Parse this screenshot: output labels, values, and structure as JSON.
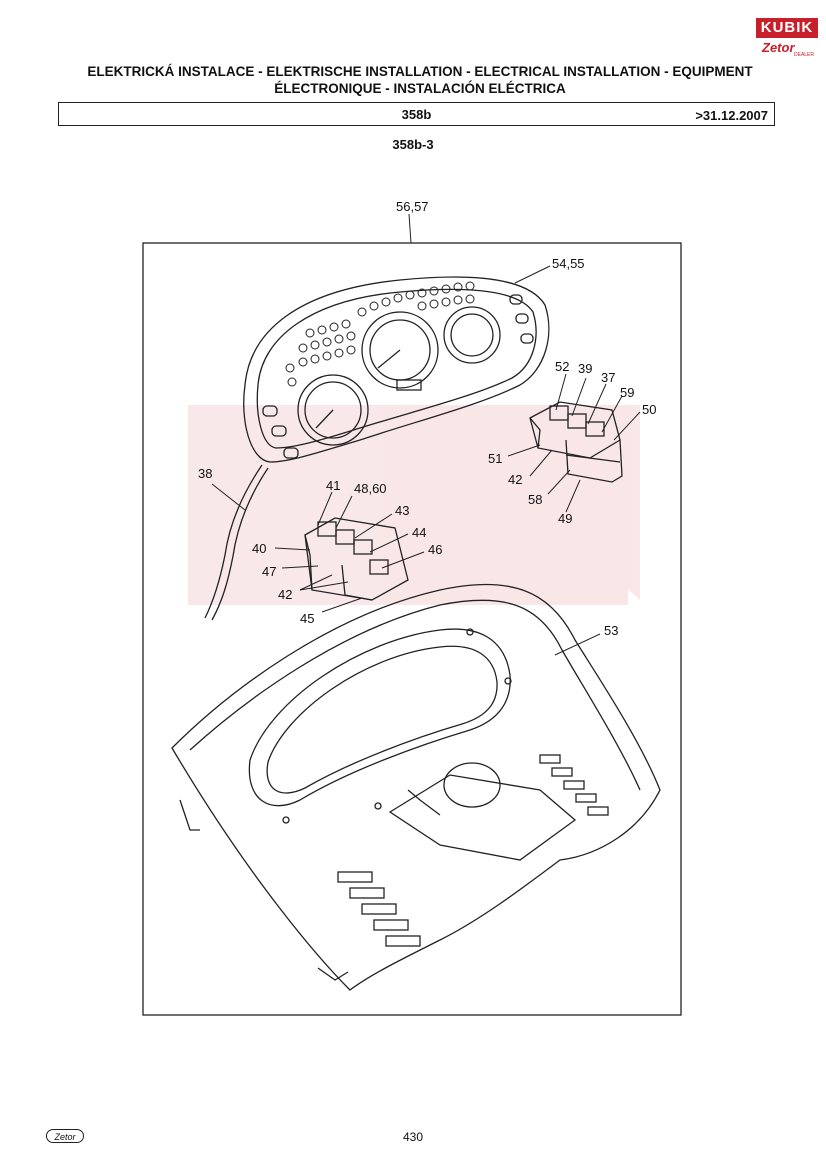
{
  "header": {
    "logo_brand": "KUBIK",
    "logo_sub": "Zetor",
    "logo_dealer": "DEALER",
    "title_line1": "ELEKTRICKÁ INSTALACE - ELEKTRISCHE INSTALLATION - ELECTRICAL INSTALLATION - EQUIPMENT",
    "title_line2": "ÉLECTRONIQUE - INSTALACIÓN ELÉCTRICA",
    "code": "358b",
    "date": ">31.12.2007",
    "subcode": "358b-3"
  },
  "labels": {
    "l5657": "56,57",
    "l5455": "54,55",
    "l52": "52",
    "l39": "39",
    "l37": "37",
    "l59": "59",
    "l50": "50",
    "l51": "51",
    "l42r": "42",
    "l58": "58",
    "l49": "49",
    "l38": "38",
    "l41": "41",
    "l4860": "48,60",
    "l43": "43",
    "l44": "44",
    "l40": "40",
    "l46": "46",
    "l47": "47",
    "l42l": "42",
    "l45": "45",
    "l53": "53"
  },
  "footer": {
    "logo": "Zetor",
    "page": "430"
  }
}
